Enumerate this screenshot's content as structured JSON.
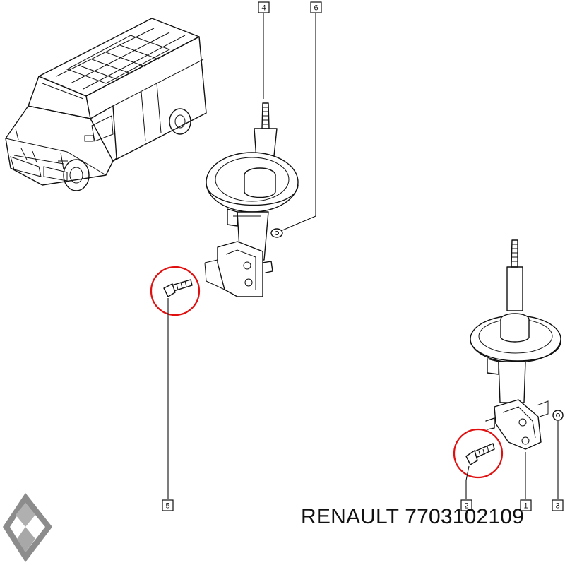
{
  "callouts": [
    {
      "id": "c1",
      "number": "1"
    },
    {
      "id": "c2",
      "number": "2"
    },
    {
      "id": "c3",
      "number": "3"
    },
    {
      "id": "c4",
      "number": "4"
    },
    {
      "id": "c5",
      "number": "5"
    },
    {
      "id": "c6",
      "number": "6"
    }
  ],
  "caption": {
    "brand": "RENAULT",
    "part_number": "7703102109"
  },
  "colors": {
    "line": "#111111",
    "highlight_circle": "#e01010",
    "logo": "#9a9a9a"
  },
  "icons": {
    "logo": "renault-diamond-logo-icon",
    "vehicle": "van-outline-icon"
  }
}
